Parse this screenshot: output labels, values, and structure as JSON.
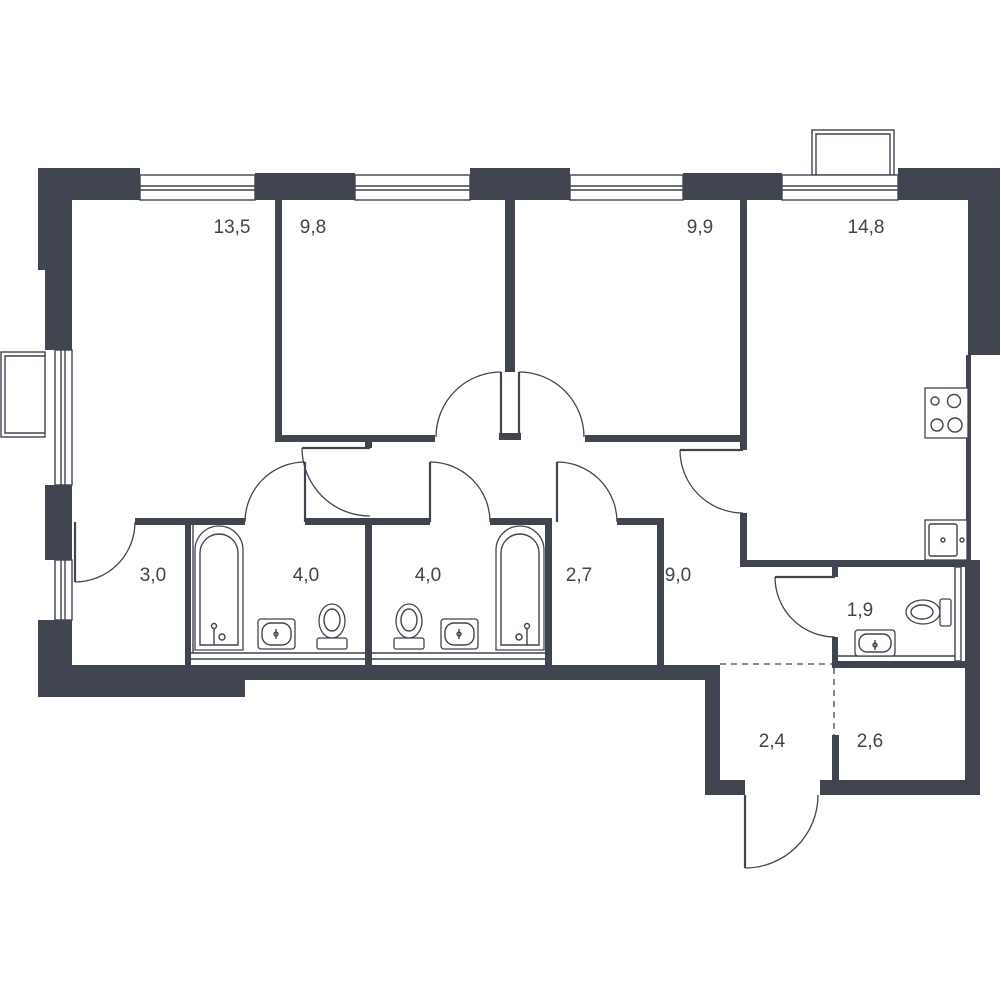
{
  "colors": {
    "wall": "#40444f",
    "background": "#ffffff"
  },
  "rooms": [
    {
      "area": "13,5"
    },
    {
      "area": "9,8"
    },
    {
      "area": "9,9"
    },
    {
      "area": "14,8"
    },
    {
      "area": "3,0"
    },
    {
      "area": "4,0"
    },
    {
      "area": "4,0"
    },
    {
      "area": "2,7"
    },
    {
      "area": "9,0"
    },
    {
      "area": "1,9"
    },
    {
      "area": "2,4"
    },
    {
      "area": "2,6"
    }
  ]
}
